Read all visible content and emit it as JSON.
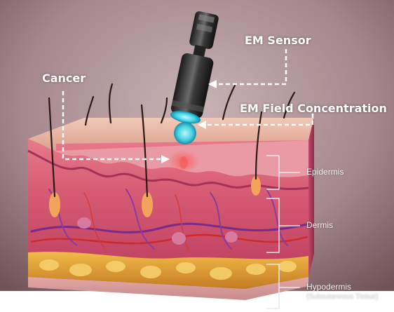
{
  "callouts": {
    "em_sensor": "EM Sensor",
    "cancer": "Cancer",
    "em_field": "EM Field Concentration"
  },
  "layers": {
    "epidermis": "Epidermis",
    "dermis": "Dermis",
    "hypodermis": "Hypodermis",
    "hypodermis_sub": "(Subcutaneous Tissue)"
  },
  "colors": {
    "background": "#b79ea3",
    "skin_surface": "#e7b8a6",
    "epidermis": "#d86a78",
    "dermis": "#c94668",
    "fat": "#e3a437",
    "sensor_body": "#2b2b2b",
    "sensor_tip": "#58e6f0",
    "cancer": "#e24a4a",
    "callout_lines": "#ffffff"
  },
  "icons": {
    "sensor": "em-sensor-probe-icon",
    "cancer": "tumor-spot-icon"
  }
}
